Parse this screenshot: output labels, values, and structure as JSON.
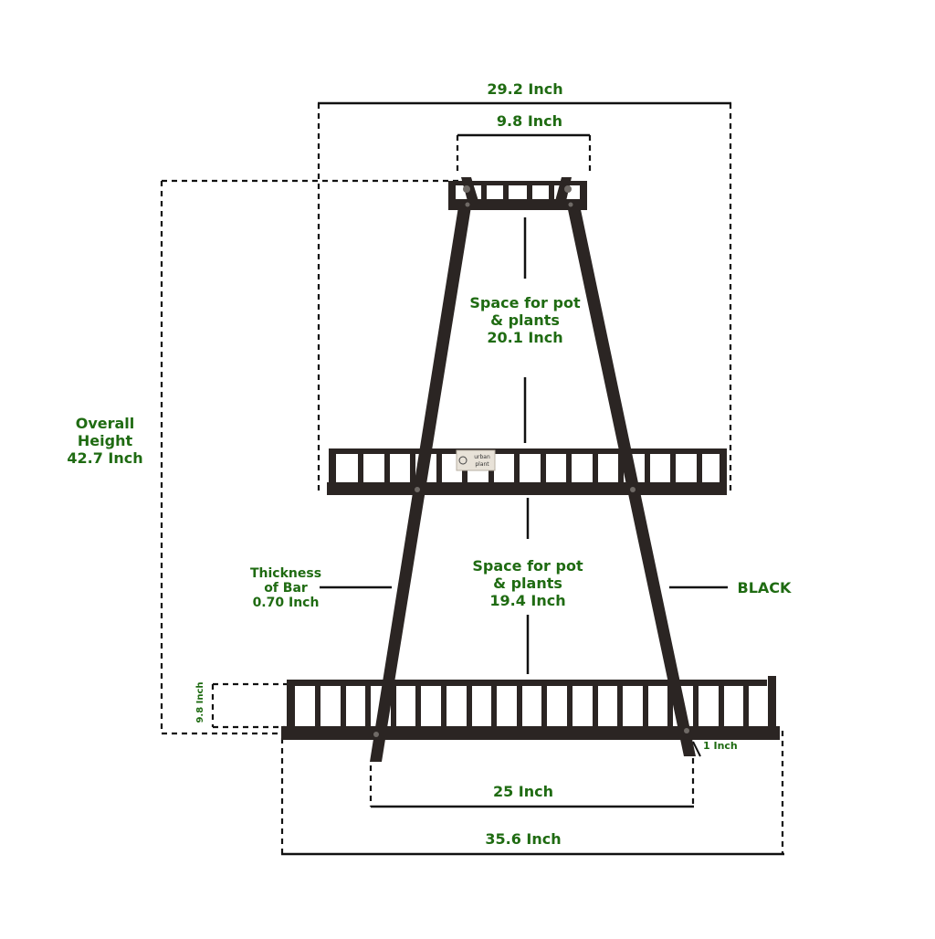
{
  "diagram": {
    "width_top_overall": "29.2 Inch",
    "width_top_shelf": "9.8 Inch",
    "space_upper": [
      "Space for pot",
      "& plants",
      "20.1 Inch"
    ],
    "overall_height": [
      "Overall",
      "Height",
      "42.7 Inch"
    ],
    "space_lower": [
      "Space for pot",
      "& plants",
      "19.4 Inch"
    ],
    "thickness": [
      "Thickness",
      "of Bar",
      "0.70 Inch"
    ],
    "color_label": "BLACK",
    "shelf_height": "9.8 Inch",
    "leg_width": "1 Inch",
    "base_width": "25 Inch",
    "bottom_width": "35.6 Inch",
    "badge": [
      "urban",
      "plant"
    ]
  },
  "colors": {
    "label_green": "#1f6b12",
    "frame": "#2b2523",
    "dim_line": "#111111"
  },
  "icons": [
    "urban-plant-badge-icon",
    "bolt-icon"
  ]
}
